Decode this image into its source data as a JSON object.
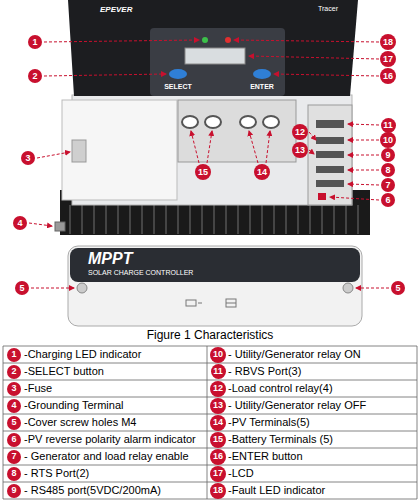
{
  "diagram": {
    "caption": "Figure 1 Characteristics",
    "nodes": [
      {
        "text": [
          "1"
        ]
      },
      {
        "text": [
          "2"
        ]
      },
      {
        "text": [
          "3"
        ]
      },
      {
        "text": [
          "4"
        ]
      },
      {
        "text": [
          "5"
        ]
      },
      {
        "text": [
          "5"
        ]
      },
      {
        "text": [
          "18"
        ]
      },
      {
        "text": [
          "17"
        ]
      },
      {
        "text": [
          "16"
        ]
      },
      {
        "text": [
          "11"
        ]
      },
      {
        "text": [
          "12"
        ]
      },
      {
        "text": [
          "13"
        ]
      },
      {
        "text": [
          "10"
        ]
      },
      {
        "text": [
          "9"
        ]
      },
      {
        "text": [
          "8"
        ]
      },
      {
        "text": [
          "7"
        ]
      },
      {
        "text": [
          "6"
        ]
      },
      {
        "text": [
          "15"
        ]
      },
      {
        "text": [
          "14"
        ]
      },
      {
        "text": [
          "1"
        ]
      },
      {
        "text": [
          "2"
        ]
      },
      {
        "text": [
          "3"
        ]
      },
      {
        "text": [
          "4"
        ]
      },
      {
        "text": [
          "5"
        ]
      },
      {
        "text": [
          "6"
        ]
      },
      {
        "text": [
          "7"
        ]
      },
      {
        "text": [
          "8"
        ]
      },
      {
        "text": [
          "9"
        ]
      },
      {
        "text": [
          "10"
        ]
      },
      {
        "text": [
          "11"
        ]
      },
      {
        "text": [
          "12"
        ]
      },
      {
        "text": [
          "13"
        ]
      },
      {
        "text": [
          "14"
        ]
      },
      {
        "text": [
          "15"
        ]
      },
      {
        "text": [
          "16"
        ]
      },
      {
        "text": [
          "17"
        ]
      },
      {
        "text": [
          "18"
        ]
      }
    ],
    "labels": [
      "EPEVER",
      "Tracer",
      "SELECT",
      "ENTER",
      "MPPT",
      "SOLAR CHARGE CONTROLLER",
      "-Charging LED indicator",
      "-SELECT button",
      "-Fuse",
      "-Grounding Terminal",
      "-Cover screw holes M4",
      "-PV reverse polarity alarm indicator",
      "- Generator and load relay enable",
      "- RTS Port(2)",
      "- RS485 port(5VDC/200mA)",
      "- Utility/Generator relay ON",
      "- RBVS Port(3)",
      "-Load control relay(4)",
      "- Utility/Generator relay OFF",
      "-PV Terminals(5)",
      "-Battery Terminals (5)",
      "-ENTER button",
      "-LCD",
      "-Fault LED indicator"
    ]
  }
}
